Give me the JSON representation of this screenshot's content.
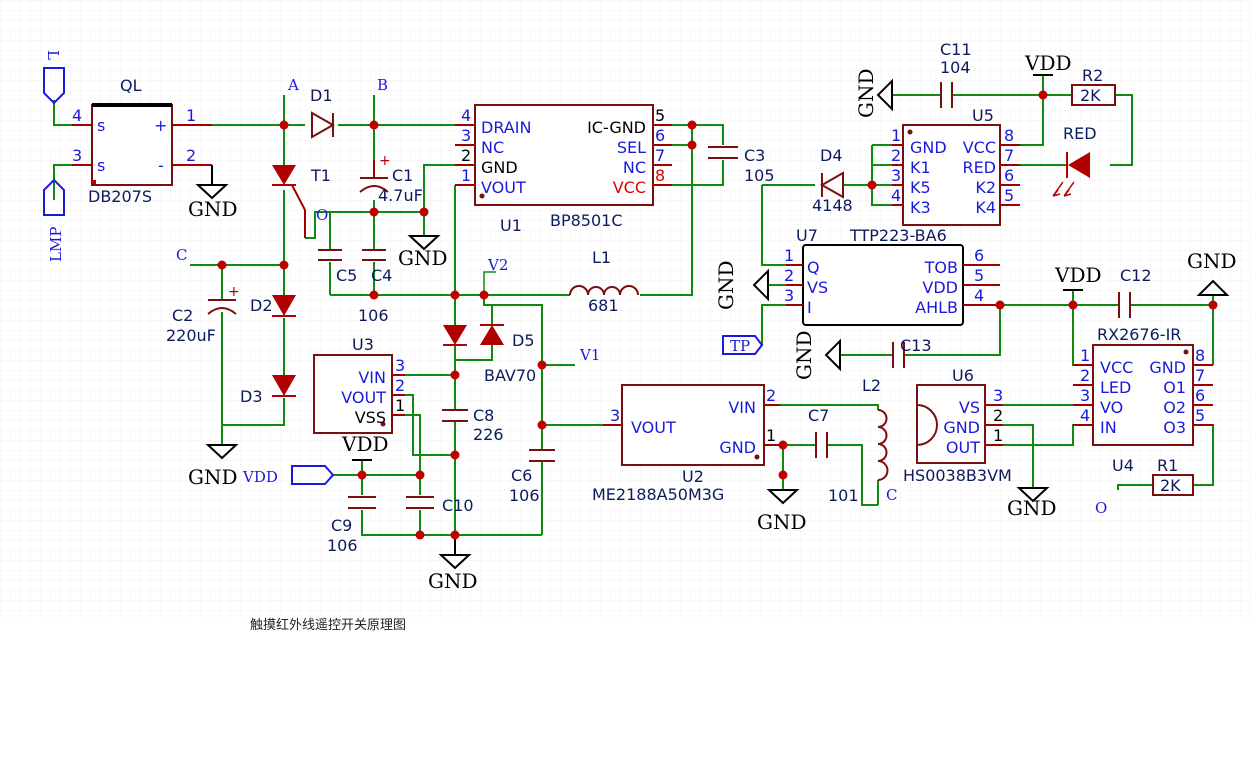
{
  "title": "触摸红外线遥控开关原理图",
  "colors": {
    "wire": "#118a11",
    "pin": "#a00000",
    "body": "#7a0f0f",
    "pin_text": "#1a1adb",
    "net_flag": "#1a1adb",
    "junction": "#c00000",
    "highlight_pin": "#e00000"
  },
  "power": {
    "gnd": "GND",
    "vdd": "VDD"
  },
  "net_labels": {
    "a": "A",
    "b": "B",
    "c": "C",
    "o": "O",
    "v1": "V1",
    "v2": "V2",
    "l": "L",
    "lmp": "LMP",
    "tp": "TP",
    "vdd_port": "VDD"
  },
  "components": {
    "ql": {
      "ref": "QL",
      "part": "DB207S",
      "pins": [
        "4",
        "3",
        "1",
        "2"
      ],
      "pin_names": [
        "s",
        "s",
        "+",
        "-"
      ]
    },
    "d1": {
      "ref": "D1"
    },
    "t1": {
      "ref": "T1"
    },
    "d2": {
      "ref": "D2"
    },
    "d3": {
      "ref": "D3"
    },
    "c1": {
      "ref": "C1",
      "value": "4.7uF"
    },
    "c2": {
      "ref": "C2",
      "value": "220uF"
    },
    "c4": {
      "ref": "C4",
      "value": "106"
    },
    "c5": {
      "ref": "C5"
    },
    "u1": {
      "ref": "U1",
      "part": "BP8501C",
      "left_pins": [
        {
          "n": "4",
          "name": "DRAIN"
        },
        {
          "n": "3",
          "name": "NC"
        },
        {
          "n": "2",
          "name": "GND"
        },
        {
          "n": "1",
          "name": "VOUT"
        }
      ],
      "right_pins": [
        {
          "n": "5",
          "name": "IC-GND"
        },
        {
          "n": "6",
          "name": "SEL"
        },
        {
          "n": "7",
          "name": "NC"
        },
        {
          "n": "8",
          "name": "VCC"
        }
      ]
    },
    "c3": {
      "ref": "C3",
      "value": "105"
    },
    "l1": {
      "ref": "L1",
      "value": "681"
    },
    "d5": {
      "ref": "D5",
      "part": "BAV70"
    },
    "u3": {
      "ref": "U3",
      "pins": [
        {
          "n": "3",
          "name": "VIN"
        },
        {
          "n": "2",
          "name": "VOUT"
        },
        {
          "n": "1",
          "name": "VSS"
        }
      ]
    },
    "c8": {
      "ref": "C8",
      "value": "226"
    },
    "c6": {
      "ref": "C6",
      "value": "106"
    },
    "c9": {
      "ref": "C9",
      "value": "106"
    },
    "c10": {
      "ref": "C10"
    },
    "u2": {
      "ref": "U2",
      "part": "ME2188A50M3G",
      "pins": [
        {
          "n": "3",
          "name": "VOUT"
        },
        {
          "n": "2",
          "name": "VIN"
        },
        {
          "n": "1",
          "name": "GND"
        }
      ]
    },
    "c7": {
      "ref": "C7"
    },
    "l2": {
      "ref": "L2",
      "value": "101"
    },
    "d4": {
      "ref": "D4",
      "value": "4148"
    },
    "c11": {
      "ref": "C11",
      "value": "104"
    },
    "u5": {
      "ref": "U5",
      "left_pins": [
        {
          "n": "1",
          "name": "GND"
        },
        {
          "n": "2",
          "name": "K1"
        },
        {
          "n": "3",
          "name": "K5"
        },
        {
          "n": "4",
          "name": "K3"
        }
      ],
      "right_pins": [
        {
          "n": "8",
          "name": "VCC"
        },
        {
          "n": "7",
          "name": "RED"
        },
        {
          "n": "6",
          "name": "K2"
        },
        {
          "n": "5",
          "name": "K4"
        }
      ]
    },
    "r2": {
      "ref": "R2",
      "value": "2K"
    },
    "led": {
      "ref": "RED"
    },
    "u7": {
      "ref": "U7",
      "part": "TTP223-BA6",
      "left_pins": [
        {
          "n": "1",
          "name": "Q"
        },
        {
          "n": "2",
          "name": "VS"
        },
        {
          "n": "3",
          "name": "I"
        }
      ],
      "right_pins": [
        {
          "n": "6",
          "name": "TOB"
        },
        {
          "n": "5",
          "name": "VDD"
        },
        {
          "n": "4",
          "name": "AHLB"
        }
      ]
    },
    "c12": {
      "ref": "C12"
    },
    "c13": {
      "ref": "C13"
    },
    "u6": {
      "ref": "U6",
      "part": "HS0038B3VM",
      "pins": [
        {
          "n": "3",
          "name": "VS"
        },
        {
          "n": "2",
          "name": "GND"
        },
        {
          "n": "1",
          "name": "OUT"
        }
      ]
    },
    "rx": {
      "ref": "RX2676-IR",
      "left_pins": [
        {
          "n": "1",
          "name": "VCC"
        },
        {
          "n": "2",
          "name": "LED"
        },
        {
          "n": "3",
          "name": "VO"
        },
        {
          "n": "4",
          "name": "IN"
        }
      ],
      "right_pins": [
        {
          "n": "8",
          "name": "GND"
        },
        {
          "n": "7",
          "name": "O1"
        },
        {
          "n": "6",
          "name": "O2"
        },
        {
          "n": "5",
          "name": "O3"
        }
      ]
    },
    "u4": {
      "ref": "U4"
    },
    "r1": {
      "ref": "R1",
      "value": "2K"
    }
  }
}
